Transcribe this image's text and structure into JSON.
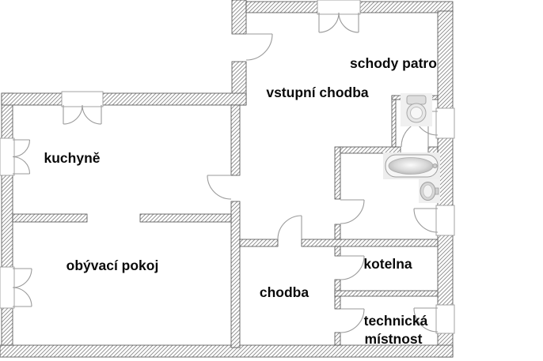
{
  "plan": {
    "type": "floor-plan",
    "language": "cs",
    "rooms": [
      {
        "id": "kuchyne",
        "label": "kuchyně"
      },
      {
        "id": "obyvaci-pokoj",
        "label": "obývací pokoj"
      },
      {
        "id": "vstupni-chodba",
        "label": "vstupní chodba"
      },
      {
        "id": "schody-patro",
        "label": "schody patro"
      },
      {
        "id": "chodba",
        "label": "chodba"
      },
      {
        "id": "kotelna",
        "label": "kotelna"
      },
      {
        "id": "technicka-mistnost",
        "label": "technická místnost",
        "label_line1": "technická",
        "label_line2": "místnost"
      }
    ],
    "fixtures": [
      {
        "id": "toilet",
        "name": "toilet",
        "room": "wc"
      },
      {
        "id": "bathtub",
        "name": "bathtub",
        "room": "bathroom"
      },
      {
        "id": "sink",
        "name": "wash-basin",
        "room": "bathroom"
      }
    ],
    "colors": {
      "background": "#ffffff",
      "wall_hatch": "#8a8a8a",
      "wall_outline": "#4f4f4f",
      "door_line": "#9a9a9a",
      "fixture_line": "#a8a8a8",
      "label_text": "#0a0a0a"
    }
  }
}
